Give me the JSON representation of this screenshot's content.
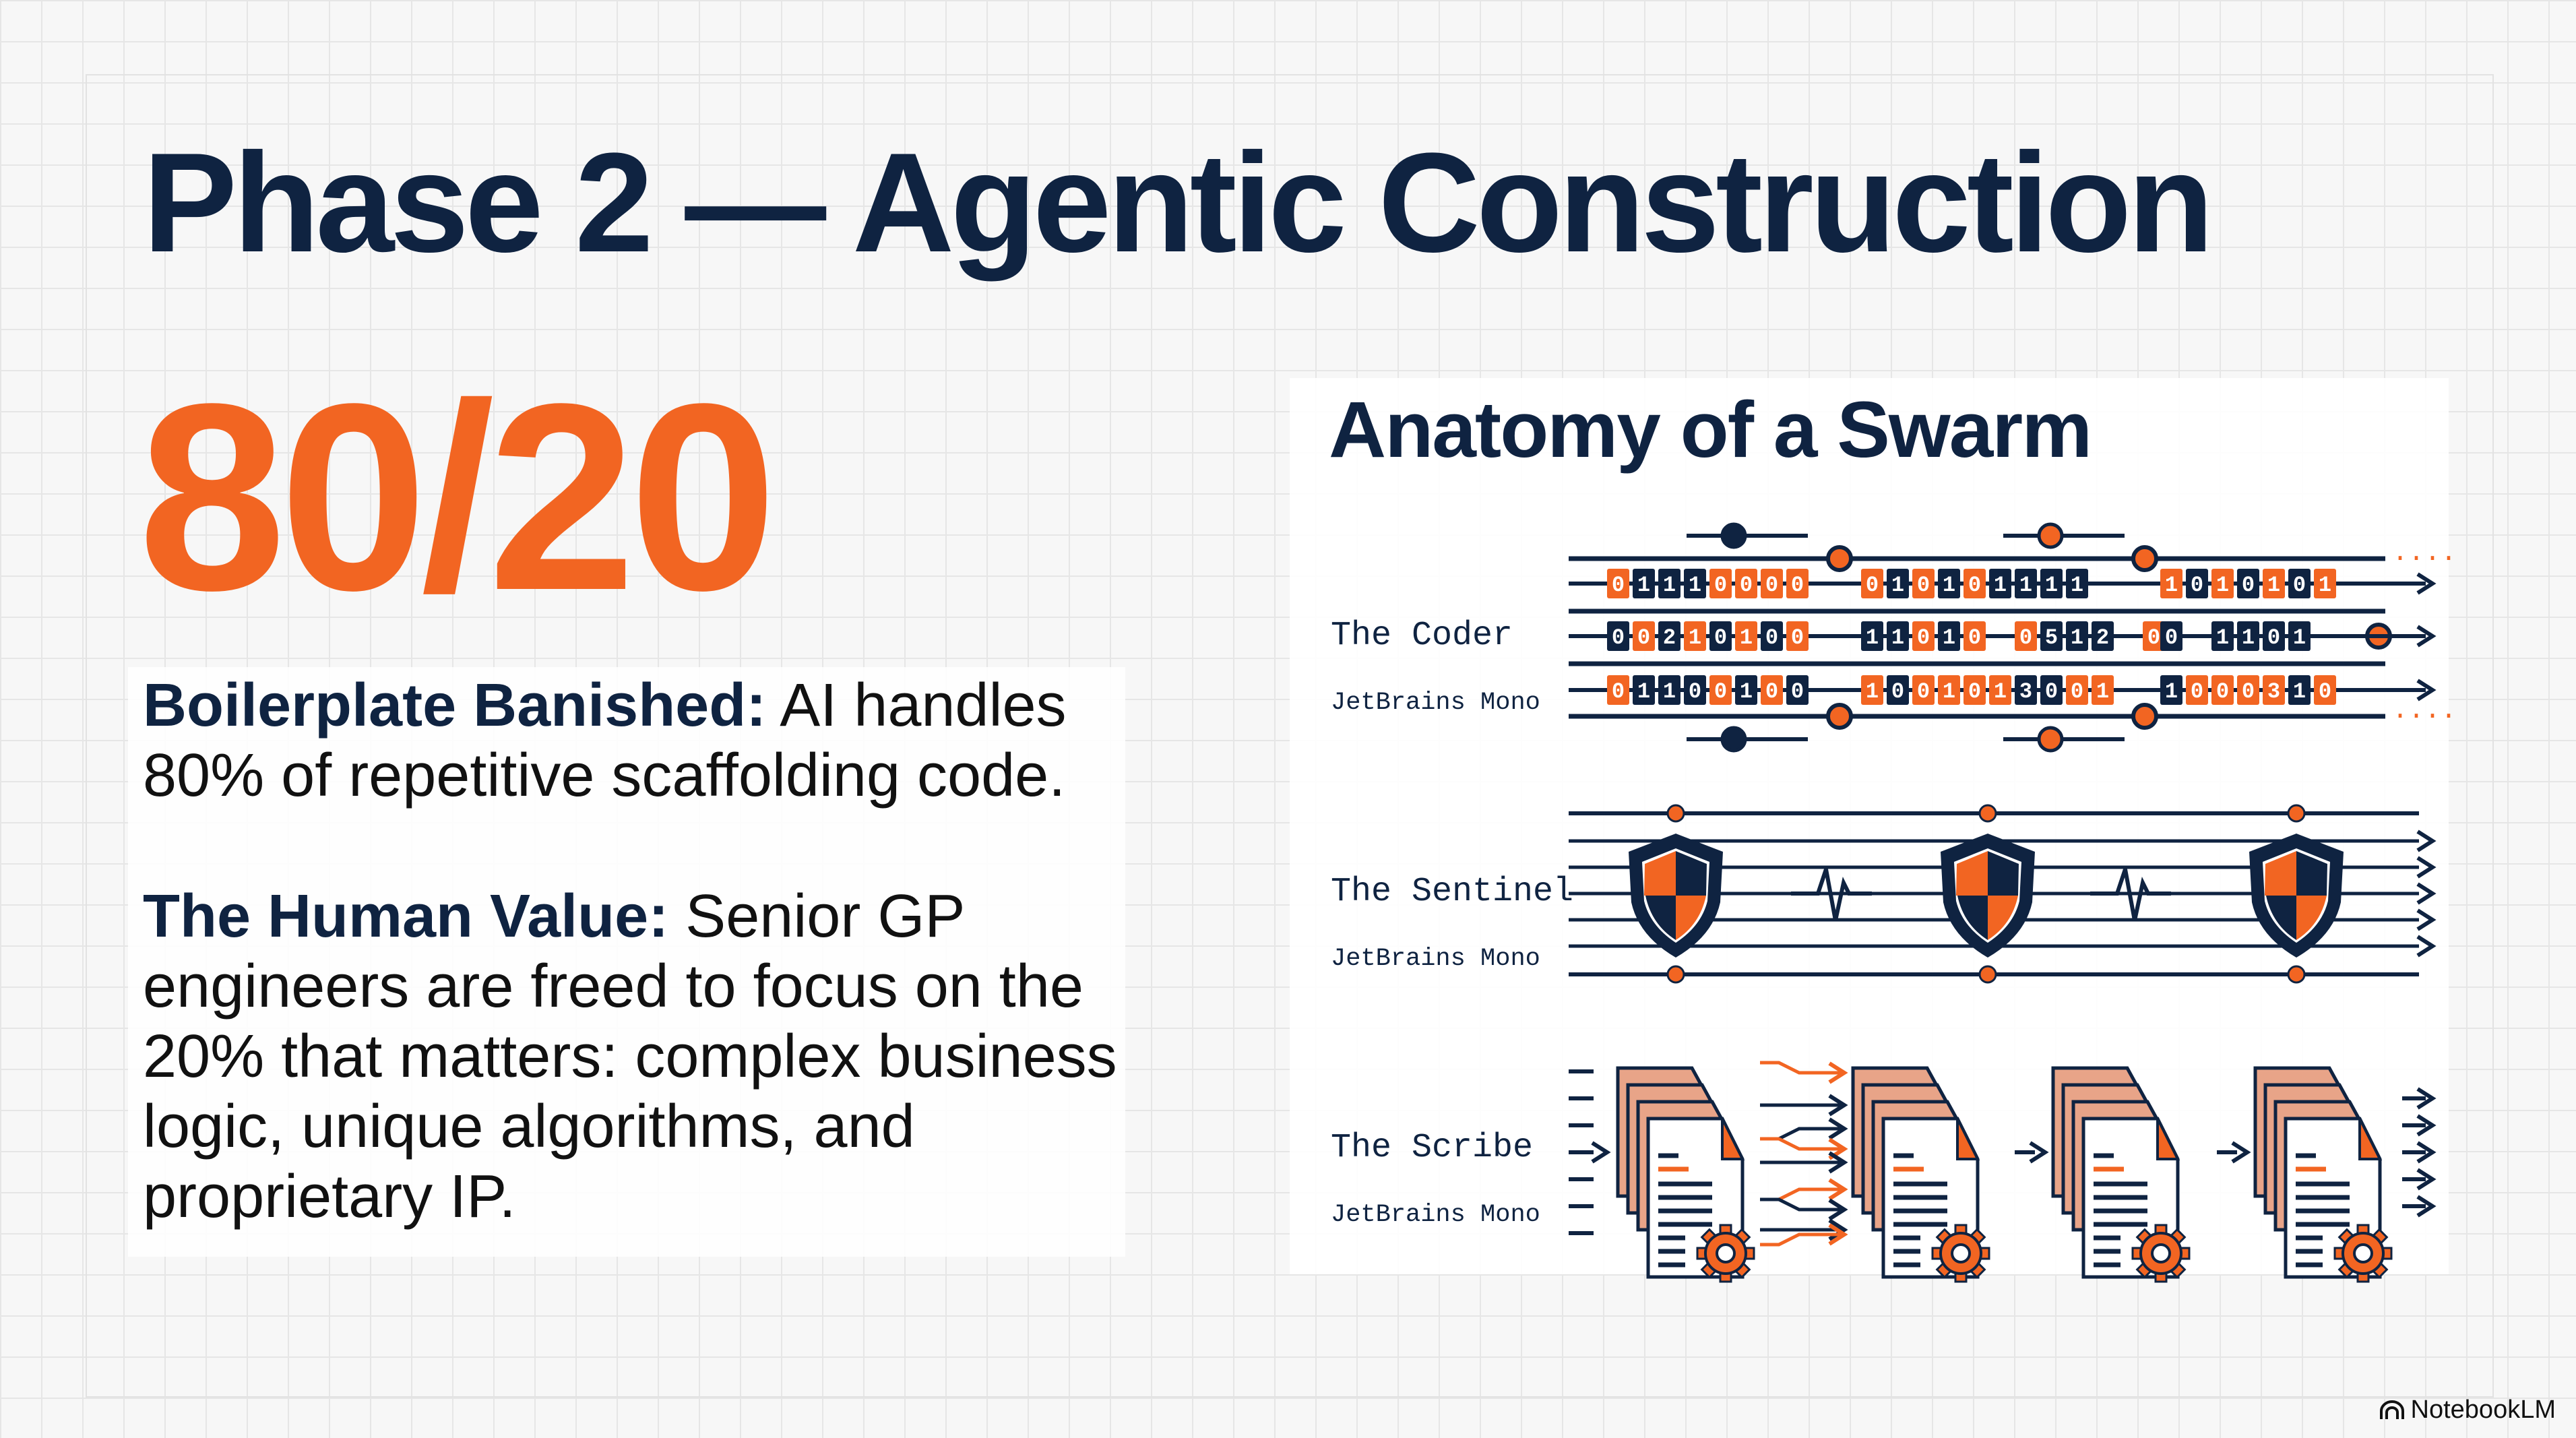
{
  "title": "Phase 2 — Agentic Construction",
  "stat": "80/20",
  "paragraphs": [
    {
      "bold": "Boilerplate Banished:",
      "text": " AI handles 80% of repetitive scaffolding code."
    },
    {
      "bold": "The Human Value:",
      "text": " Senior GP engineers are freed to focus on the 20% that matters: complex business logic, unique algorithms, and proprietary IP."
    }
  ],
  "swarm": {
    "heading": "Anatomy of a Swarm",
    "agents": [
      {
        "name": "The Coder",
        "font": "JetBrains Mono",
        "icon": "binary-stream-icon"
      },
      {
        "name": "The Sentinel",
        "font": "JetBrains Mono",
        "icon": "shield-icon"
      },
      {
        "name": "The Scribe",
        "font": "JetBrains Mono",
        "icon": "document-gear-icon"
      }
    ],
    "coder_bits": [
      [
        "01110000",
        "010101111",
        "1010101"
      ],
      [
        "00210100",
        "11010 0512 0",
        "0 1101"
      ],
      [
        "01100100",
        "1001013001",
        "1000310"
      ]
    ]
  },
  "branding": "NotebookLM",
  "colors": {
    "navy": "#0f2341",
    "orange": "#f26522",
    "peach": "#e8a488"
  }
}
